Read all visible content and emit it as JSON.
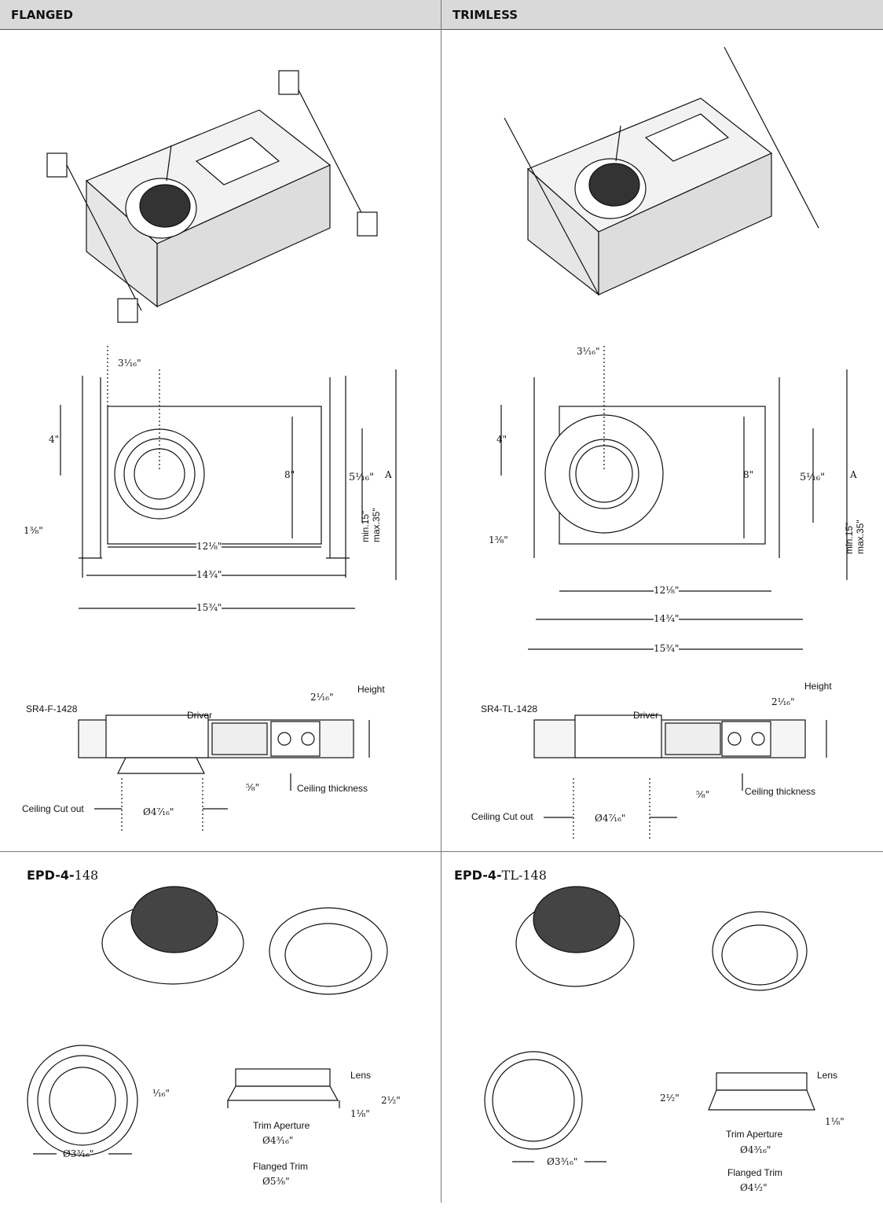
{
  "headers": {
    "left": "FLANGED",
    "right": "TRIMLESS"
  },
  "left": {
    "plan": {
      "top_offset": "3¹⁄₁₆\"",
      "dim_4": "4\"",
      "dim_8": "8\"",
      "dim_5_1_16": "5¹⁄₁₆\"",
      "dim_A": "A",
      "height_range_1": "min.15\"",
      "height_range_2": "max.35\"",
      "dim_1_3_8": "1³⁄₈\"",
      "width_12": "12¹⁄₈\"",
      "width_14": "14³⁄₄\"",
      "width_15": "15³⁄₄\""
    },
    "section": {
      "model": "SR4-F-1428",
      "driver": "Driver",
      "height_label": "Height",
      "height_val": "2¹⁄₁₆\"",
      "thickness_val": "⁵⁄₈\"",
      "thickness_label": "Ceiling thickness",
      "cutout_label": "Ceiling Cut out",
      "cutout_val": "Ø4⁷⁄₁₆\""
    },
    "product": {
      "code_bold": "EPD-4-",
      "code_rest": "148"
    },
    "trim": {
      "lens": "Lens",
      "flange": "¹⁄₁₆\"",
      "height": "2¹⁄₂\"",
      "lens_drop": "1¹⁄₈\"",
      "aperture_label": "Trim Aperture",
      "aperture_val": "Ø4³⁄₁₆\"",
      "flanged_label": "Flanged Trim",
      "flanged_val": "Ø5³⁄₈\"",
      "front_dia": "Ø3³⁄₁₆\""
    }
  },
  "right": {
    "plan": {
      "top_offset": "3¹⁄₁₆\"",
      "dim_4": "4\"",
      "dim_8": "8\"",
      "dim_5_1_16": "5¹⁄₁₆\"",
      "dim_A": "A",
      "height_range_1": "min.15\"",
      "height_range_2": "max.35\"",
      "dim_1_3_8": "1³⁄₈\"",
      "width_12": "12¹⁄₈\"",
      "width_14": "14³⁄₄\"",
      "width_15": "15³⁄₄\""
    },
    "section": {
      "model": "SR4-TL-1428",
      "driver": "Driver",
      "height_label": "Height",
      "height_val": "2¹⁄₁₆\"",
      "thickness_val": "⁵⁄₈\"",
      "thickness_label": "Ceiling thickness",
      "cutout_label": "Ceiling Cut out",
      "cutout_val": "Ø4⁷⁄₁₆\""
    },
    "product": {
      "code_bold": "EPD-4-",
      "code_rest": "TL-148"
    },
    "trim": {
      "lens": "Lens",
      "height": "2¹⁄₂\"",
      "lens_drop": "1¹⁄₈\"",
      "aperture_label": "Trim Aperture",
      "aperture_val": "Ø4³⁄₁₆\"",
      "flanged_label": "Flanged Trim",
      "flanged_val": "Ø4¹⁄₂\"",
      "front_dia": "Ø3³⁄₁₆\""
    }
  }
}
